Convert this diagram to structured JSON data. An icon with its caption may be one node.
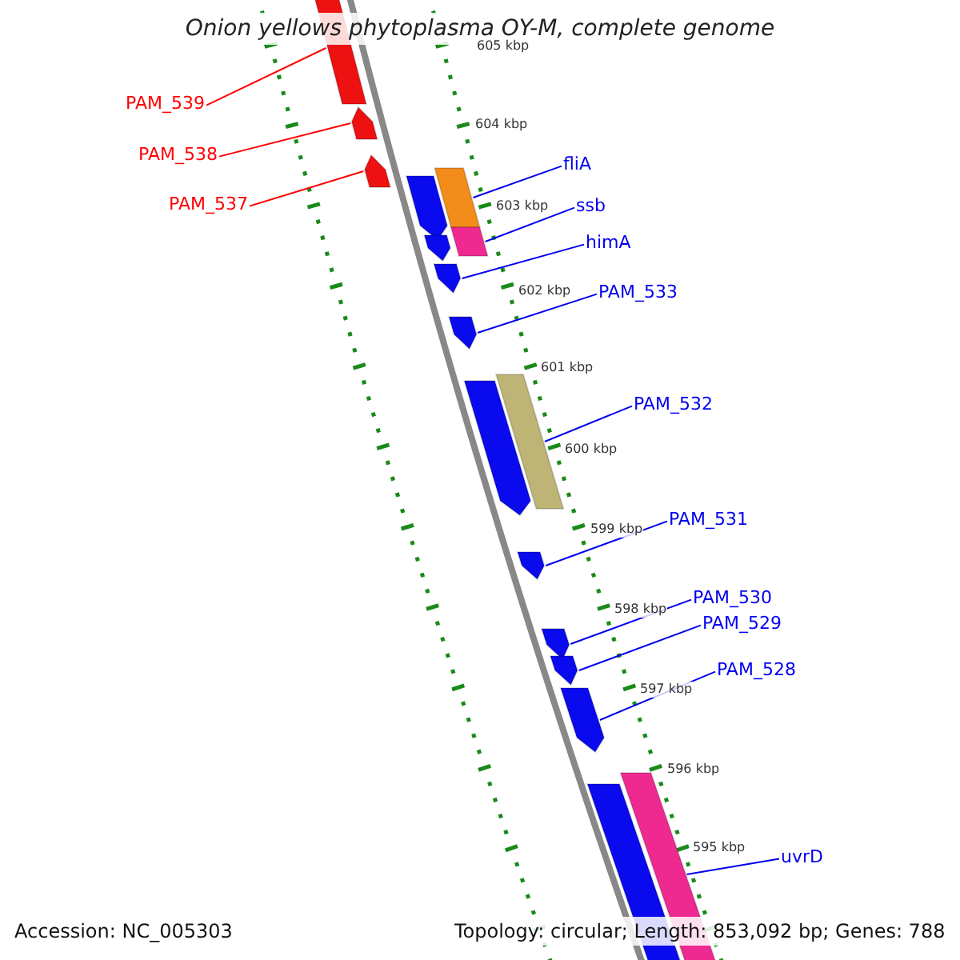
{
  "diagram": {
    "title": "Onion yellows phytoplasma OY-M, complete genome",
    "nodes": [
      {
        "text": [
          "PAM_539"
        ]
      },
      {
        "text": [
          "PAM_538"
        ]
      },
      {
        "text": [
          "PAM_537"
        ]
      },
      {
        "text": [
          "fliA"
        ]
      },
      {
        "text": [
          "ssb"
        ]
      },
      {
        "text": [
          "himA"
        ]
      },
      {
        "text": [
          "PAM_533"
        ]
      },
      {
        "text": [
          "PAM_532"
        ]
      },
      {
        "text": [
          "PAM_531"
        ]
      },
      {
        "text": [
          "PAM_530"
        ]
      },
      {
        "text": [
          "PAM_529"
        ]
      },
      {
        "text": [
          "PAM_528"
        ]
      },
      {
        "text": [
          "uvrD"
        ]
      },
      {
        "text": [],
        "shape": "bar"
      },
      {
        "text": [],
        "shape": "bar"
      },
      {
        "text": [],
        "shape": "bar"
      },
      {
        "text": [],
        "shape": "bar"
      },
      {
        "text": [],
        "shape": "bar"
      },
      {
        "text": [],
        "shape": "bar"
      },
      {
        "text": [],
        "shape": "bar"
      },
      {
        "text": [],
        "shape": "bar"
      },
      {
        "text": [],
        "shape": "bar"
      },
      {
        "text": [],
        "shape": "bar"
      },
      {
        "text": [],
        "shape": "bar"
      },
      {
        "text": [],
        "shape": "bar"
      },
      {
        "text": [],
        "shape": "bar"
      },
      {
        "text": [],
        "shape": "bar"
      },
      {
        "text": [],
        "shape": "bar"
      },
      {
        "text": [],
        "shape": "bar"
      },
      {
        "text": [],
        "shape": "bar"
      }
    ],
    "edges": [
      {
        "from": 0,
        "to": 13,
        "arrow": "none",
        "color": "#ff0000"
      },
      {
        "from": 1,
        "to": 14,
        "arrow": "none",
        "color": "#ff0000"
      },
      {
        "from": 2,
        "to": 15,
        "arrow": "none",
        "color": "#ff0000"
      },
      {
        "from": 3,
        "to": 17,
        "arrow": "none"
      },
      {
        "from": 4,
        "to": 18,
        "arrow": "none"
      },
      {
        "from": 5,
        "to": 20,
        "arrow": "none"
      },
      {
        "from": 6,
        "to": 21,
        "arrow": "none"
      },
      {
        "from": 7,
        "to": 23,
        "arrow": "none"
      },
      {
        "from": 8,
        "to": 24,
        "arrow": "none"
      },
      {
        "from": 9,
        "to": 25,
        "arrow": "none"
      },
      {
        "from": 10,
        "to": 26,
        "arrow": "none"
      },
      {
        "from": 11,
        "to": 27,
        "arrow": "none"
      },
      {
        "from": 12,
        "to": 29,
        "arrow": "none"
      }
    ],
    "labels": [
      "605 kbp",
      "604 kbp",
      "603 kbp",
      "602 kbp",
      "601 kbp",
      "600 kbp",
      "599 kbp",
      "598 kbp",
      "597 kbp",
      "596 kbp",
      "595 kbp",
      "Accession: NC_005303",
      "Topology: circular; Length: 853,092 bp; Genes: 788"
    ]
  }
}
